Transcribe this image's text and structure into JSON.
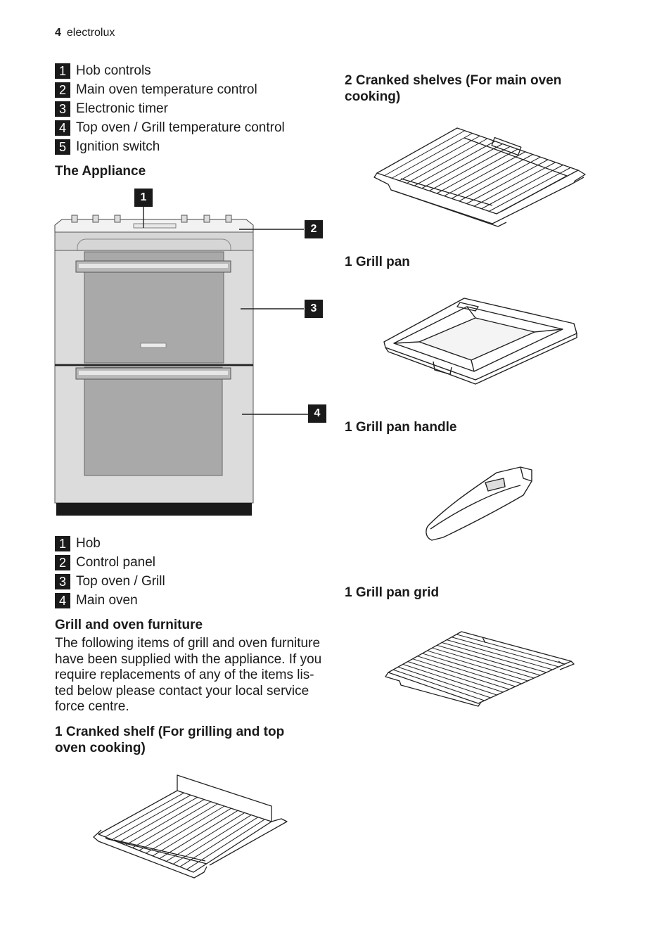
{
  "header": {
    "page_number": "4",
    "brand": "electrolux"
  },
  "controls_list": [
    {
      "num": "1",
      "label": "Hob controls"
    },
    {
      "num": "2",
      "label": "Main oven temperature control"
    },
    {
      "num": "3",
      "label": "Electronic timer"
    },
    {
      "num": "4",
      "label": "Top oven / Grill temperature control"
    },
    {
      "num": "5",
      "label": "Ignition switch"
    }
  ],
  "appliance": {
    "heading": "The Appliance",
    "callouts": [
      "1",
      "2",
      "3",
      "4"
    ]
  },
  "parts_list": [
    {
      "num": "1",
      "label": "Hob"
    },
    {
      "num": "2",
      "label": "Control panel"
    },
    {
      "num": "3",
      "label": "Top oven / Grill"
    },
    {
      "num": "4",
      "label": "Main oven"
    }
  ],
  "furniture": {
    "heading": "Grill and oven furniture",
    "paragraph_lines": [
      "The following items of grill and oven furniture",
      "have been supplied with the appliance. If you",
      "require replacements of any of the items lis-",
      "ted below please contact your local service",
      "force centre."
    ]
  },
  "items": {
    "cranked_shelf": [
      "1 Cranked shelf (For grilling and top",
      "oven cooking)"
    ],
    "cranked_shelves": [
      "2 Cranked shelves (For main oven",
      "cooking)"
    ],
    "grill_pan": "1 Grill pan",
    "grill_pan_handle": "1 Grill pan handle",
    "grill_pan_grid": "1 Grill pan grid"
  }
}
